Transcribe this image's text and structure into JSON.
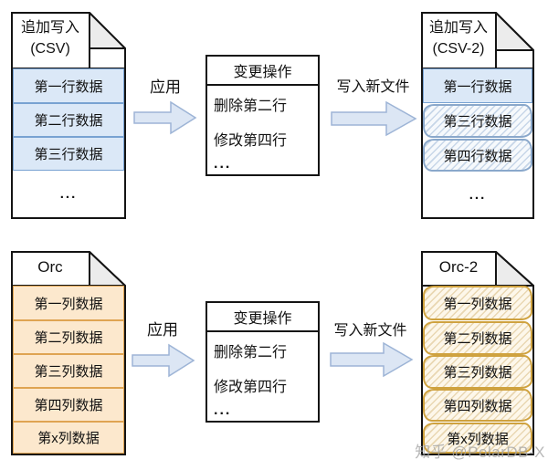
{
  "top_flow": {
    "source": {
      "title": [
        "追加写入",
        "(CSV)"
      ],
      "rows": [
        "第一行数据",
        "第二行数据",
        "第三行数据"
      ],
      "more": "..."
    },
    "apply_label": "应用",
    "ops": {
      "title": "变更操作",
      "items": [
        "删除第二行",
        "修改第四行",
        "..."
      ]
    },
    "write_label": "写入新文件",
    "target": {
      "title": [
        "追加写入",
        "(CSV-2)"
      ],
      "rows": [
        {
          "text": "第一行数据",
          "changed": false
        },
        {
          "text": "第三行数据",
          "changed": true
        },
        {
          "text": "第四行数据",
          "changed": true
        }
      ],
      "more": "..."
    }
  },
  "bottom_flow": {
    "source": {
      "title": [
        "Orc"
      ],
      "rows": [
        "第一列数据",
        "第二列数据",
        "第三列数据",
        "第四列数据",
        "第x列数据"
      ]
    },
    "apply_label": "应用",
    "ops": {
      "title": "变更操作",
      "items": [
        "删除第二行",
        "修改第四行",
        "..."
      ]
    },
    "write_label": "写入新文件",
    "target": {
      "title": [
        "Orc-2"
      ],
      "rows": [
        {
          "text": "第一列数据",
          "changed": true
        },
        {
          "text": "第二列数据",
          "changed": true
        },
        {
          "text": "第三列数据",
          "changed": true
        },
        {
          "text": "第四列数据",
          "changed": true
        },
        {
          "text": "第x列数据",
          "changed": true
        }
      ]
    }
  },
  "watermark": "知乎 @PolarDB-X",
  "colors": {
    "row_blue_fill": "#dbe8f7",
    "row_blue_border": "#78a2d2",
    "row_orange_fill": "#fce8cd",
    "row_orange_border": "#dfa452",
    "hatch_blue_border": "#8aa8cb",
    "hatch_orange_border": "#cfa23f",
    "arrow_fill": "#dce6f4",
    "arrow_stroke": "#9db4d6",
    "outline_black": "#141414",
    "fold_gray": "#ececec"
  }
}
